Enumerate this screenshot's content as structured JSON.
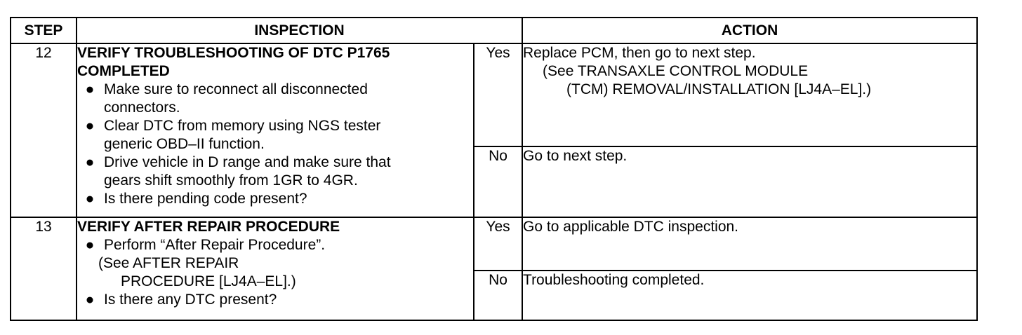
{
  "headers": {
    "step": "STEP",
    "inspection": "INSPECTION",
    "action": "ACTION"
  },
  "rows": [
    {
      "step": "12",
      "title_line1": "VERIFY TROUBLESHOOTING OF DTC P1765",
      "title_line2": "COMPLETED",
      "bullets": [
        [
          "Make sure to reconnect all disconnected",
          "connectors."
        ],
        [
          "Clear DTC from memory using NGS tester",
          "generic OBD–II function."
        ],
        [
          "Drive vehicle in D range and make sure that",
          "gears shift smoothly from 1GR to 4GR."
        ],
        [
          "Is there pending code present?"
        ]
      ],
      "yes_label": "Yes",
      "yes_action_line1": "Replace PCM, then go to next step.",
      "yes_action_line2": "(See TRANSAXLE CONTROL MODULE",
      "yes_action_line3": "(TCM) REMOVAL/INSTALLATION [LJ4A–EL].)",
      "no_label": "No",
      "no_action": "Go to next step."
    },
    {
      "step": "13",
      "title_line1": "VERIFY AFTER REPAIR PROCEDURE",
      "bullet1": "Perform “After Repair Procedure”.",
      "ref_line1": "(See  AFTER REPAIR",
      "ref_line2": "PROCEDURE [LJ4A–EL].)",
      "bullet2": "Is there any DTC present?",
      "yes_label": "Yes",
      "yes_action": "Go to applicable DTC inspection.",
      "no_label": "No",
      "no_action": "Troubleshooting completed."
    }
  ]
}
